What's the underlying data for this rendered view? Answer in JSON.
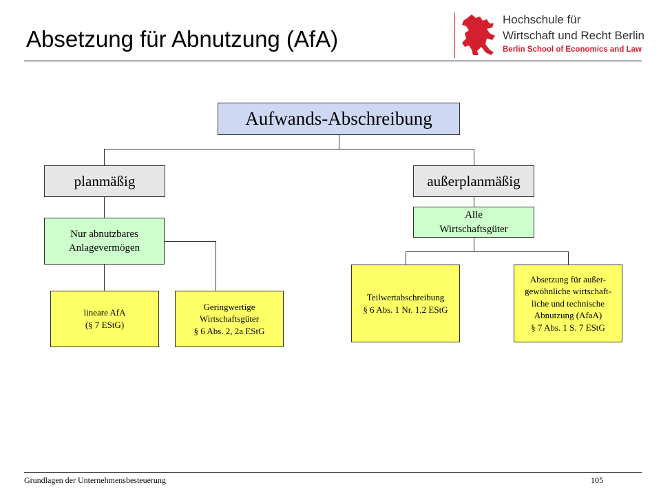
{
  "header": {
    "title": "Absetzung für Abnutzung (AfA)"
  },
  "logo": {
    "line1": "Hochschule für",
    "line2": "Wirtschaft und Recht Berlin",
    "line3": "Berlin School of Economics and Law",
    "bear_icon": "berlin-bear-icon",
    "accent_color": "#d4202e"
  },
  "diagram": {
    "root": "Aufwands-Abschreibung",
    "planmaessig": "planmäßig",
    "ausserplanmaessig": "außerplanmäßig",
    "nur_abnutzbares": "Nur abnutzbares\nAnlagevermögen",
    "alle_wirtschaftsgueter": "Alle\nWirtschaftsgüter",
    "lineare_afa": "lineare AfA\n(§ 7 EStG)",
    "geringwertige": "Geringwertige\nWirtschaftsgüter\n§ 6 Abs. 2, 2a EStG",
    "teilwert": "Teilwertabschreibung\n§ 6 Abs. 1 Nr. 1,2 EStG",
    "afaa": "Absetzung für außer-\ngewöhnliche wirtschaft-\nliche und technische\nAbnutzung (AfaA)\n§ 7 Abs. 1 S. 7 EStG",
    "colors": {
      "root": "#cfd8f2",
      "level1": "#e6e6e6",
      "level2": "#ccffcc",
      "leaf": "#ffff66"
    }
  },
  "footer": {
    "course": "Grundlagen der Unternehmensbesteuerung",
    "page": "105"
  }
}
